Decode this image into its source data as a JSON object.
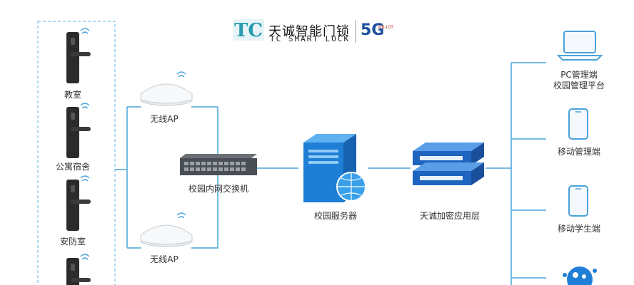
{
  "brand": {
    "cn_name": "天诚智能门锁",
    "en_name": "TC SMART LOCK",
    "network_badge": "5G",
    "network_sub": "NB-IOT",
    "logo_letters": "TC"
  },
  "locks": [
    {
      "label": "教室"
    },
    {
      "label": "公寓宿舍"
    },
    {
      "label": "安防室"
    },
    {
      "label": ""
    }
  ],
  "access_points": [
    {
      "label": "无线AP"
    },
    {
      "label": "无线AP"
    }
  ],
  "switch": {
    "label": "校园内网交换机"
  },
  "server": {
    "label": "校园服务器"
  },
  "encryption": {
    "label": "天诚加密应用层"
  },
  "endpoints": [
    {
      "label_line1": "PC管理端",
      "label_line2": "校园管理平台",
      "icon": "laptop-icon"
    },
    {
      "label_line1": "移动管理端",
      "label_line2": "",
      "icon": "smartphone-icon"
    },
    {
      "label_line1": "移动学生端",
      "label_line2": "",
      "icon": "smartphone-icon"
    },
    {
      "label_line1": "",
      "label_line2": "",
      "icon": "cloud-users-icon"
    }
  ],
  "colors": {
    "line": "#4aa3d8",
    "dashed_border": "#7cc0ea",
    "server_blue": "#1f7fd6",
    "dark_device": "#2b2b2b"
  }
}
